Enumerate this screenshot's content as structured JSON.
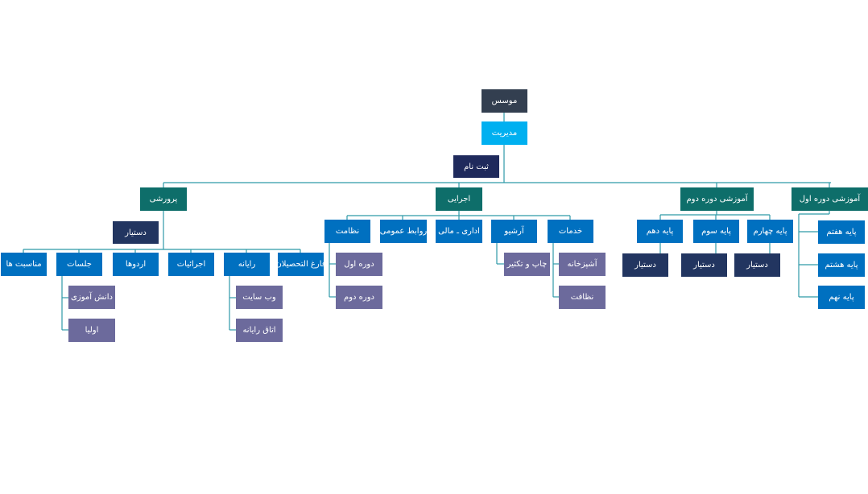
{
  "colors": {
    "line": "#2e9aa8",
    "slate": "#333f50",
    "cyan": "#00b0f0",
    "navy": "#1f2a5c",
    "teal": "#0e6e6a",
    "blue": "#0070c0",
    "lavender": "#6c6a9c"
  },
  "org": {
    "founder": "موسس",
    "management": "مدیریت",
    "registration": "ثبت نام",
    "departments": {
      "training": {
        "label": "پرورشی",
        "assistant": "دستیار",
        "children": {
          "occasions": "مناسبت ها",
          "meetings": "جلسات",
          "camps": "اردوها",
          "performances": "اجرائیات",
          "computer": "رایانه",
          "graduates": "فارغ التحصیلان"
        },
        "meetings_children": {
          "students": "دانش آموزی",
          "parents": "اولیا"
        },
        "computer_children": {
          "website": "وب سایت",
          "computer_room": "اتاق رایانه"
        }
      },
      "executive": {
        "label": "اجرایی",
        "children": {
          "discipline": "نظامت",
          "public_relations": "روابط عمومی",
          "admin_finance": "اداری ـ مالی",
          "archive": "آرشیو",
          "services": "خدمات"
        },
        "discipline_children": {
          "first_period": "دوره اول",
          "second_period": "دوره دوم"
        },
        "archive_children": {
          "print_copy": "چاپ و تکثیر"
        },
        "services_children": {
          "kitchen": "آشپزخانه",
          "cleaning": "نظافت"
        }
      },
      "edu_second": {
        "label": "آموزشی دوره دوم",
        "children": {
          "grade10": "پایه دهم",
          "grade3": "پایه سوم",
          "grade4": "پایه چهارم"
        },
        "assistant": "دستیار"
      },
      "edu_first": {
        "label": "آموزشی دوره اول",
        "children": {
          "grade7": "پایه هفتم",
          "grade8": "پایه هشتم",
          "grade9": "پایه نهم"
        }
      }
    }
  }
}
